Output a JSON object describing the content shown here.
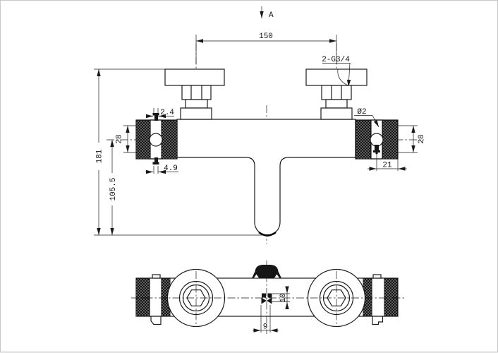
{
  "drawing": {
    "kind": "technical-drawing-shower-mixer",
    "labels": {
      "section_marker": "A",
      "inlet_spacing": "150",
      "thread_callout": "2-G3/4",
      "top_pin_width": "2.4",
      "hole_diameter": "Ø2",
      "left_handle_dim": "28",
      "right_handle_dim": "28",
      "overall_height": "181",
      "bottom_pin_width": "4.9",
      "right_offset": "21",
      "spout_drop": "105.5",
      "center_detail_height": "10",
      "center_detail_width": "9"
    },
    "colors": {
      "line": "#1a1a1a",
      "background": "#ffffff"
    }
  }
}
